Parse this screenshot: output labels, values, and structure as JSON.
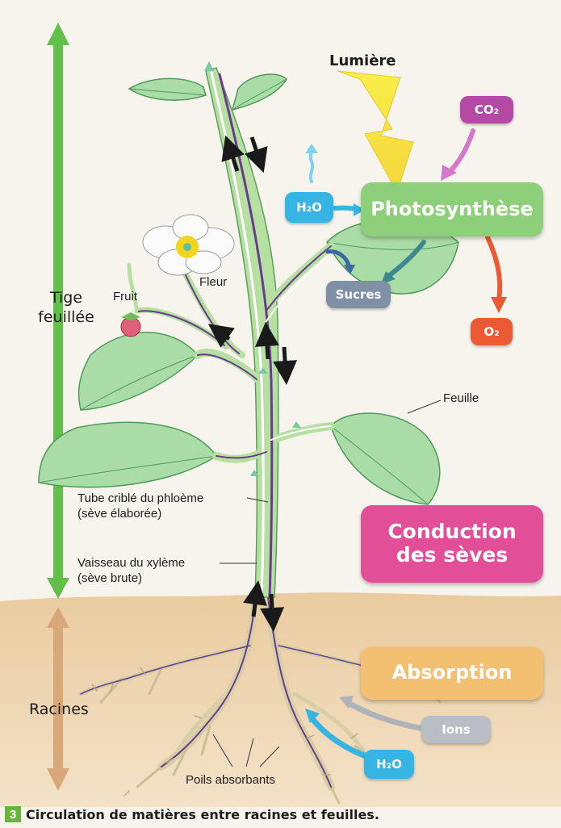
{
  "title": "Circulation de matières entre racines et feuilles.",
  "figure_number": "3",
  "zones": {
    "stem_leaves": "Tige feuillée",
    "roots": "Racines"
  },
  "processes": {
    "photosynthesis": "Photosynthèse",
    "conduction_line1": "Conduction",
    "conduction_line2": "des sèves",
    "absorption": "Absorption"
  },
  "inputs_outputs": {
    "light": "Lumière",
    "co2": "CO₂",
    "o2": "O₂",
    "h2o_top": "H₂O",
    "sugars": "Sucres",
    "ions": "Ions",
    "h2o_bottom": "H₂O"
  },
  "labels": {
    "flower": "Fleur",
    "fruit": "Fruit",
    "leaf": "Feuille",
    "phloem_line1": "Tube criblé du phloème",
    "phloem_line2": "(sève élaborée)",
    "xylem_line1": "Vaisseau du xylème",
    "xylem_line2": "(sève brute)",
    "root_hairs": "Poils absorbants"
  },
  "colors": {
    "zone_green": "#62bf4a",
    "zone_brown": "#d8a878",
    "photosynthesis": "#8ed07a",
    "conduction": "#e04f98",
    "absorption": "#f2c070",
    "co2": "#b44aa6",
    "o2": "#ec5a34",
    "h2o": "#36b5e4",
    "sugars": "#7f8fa6",
    "ions": "#b8bec4",
    "light": "#f6e63a",
    "xylem": "#ffffff",
    "phloem": "#6a3a8c",
    "leaf": "#a9dca6",
    "soil": "#ead0ab"
  }
}
